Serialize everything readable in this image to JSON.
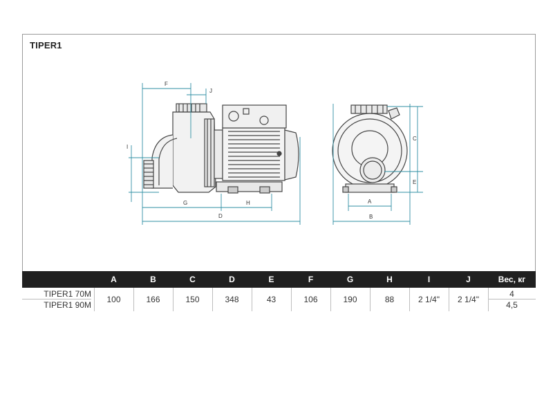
{
  "document": {
    "title": "TIPER1"
  },
  "drawing": {
    "side_view_labels": [
      "F",
      "J",
      "I",
      "G",
      "H",
      "D"
    ],
    "front_view_labels": [
      "C",
      "E",
      "A",
      "B"
    ]
  },
  "table": {
    "headers": [
      "A",
      "B",
      "C",
      "D",
      "E",
      "F",
      "G",
      "H",
      "I",
      "J",
      "Вес, кг"
    ],
    "rows": [
      {
        "model": "TIPER1 70M",
        "weight": "4"
      },
      {
        "model": "TIPER1 90M",
        "weight": "4,5"
      }
    ],
    "shared_values": [
      "100",
      "166",
      "150",
      "348",
      "43",
      "106",
      "190",
      "88",
      "2 1/4\"",
      "2 1/4\""
    ]
  }
}
